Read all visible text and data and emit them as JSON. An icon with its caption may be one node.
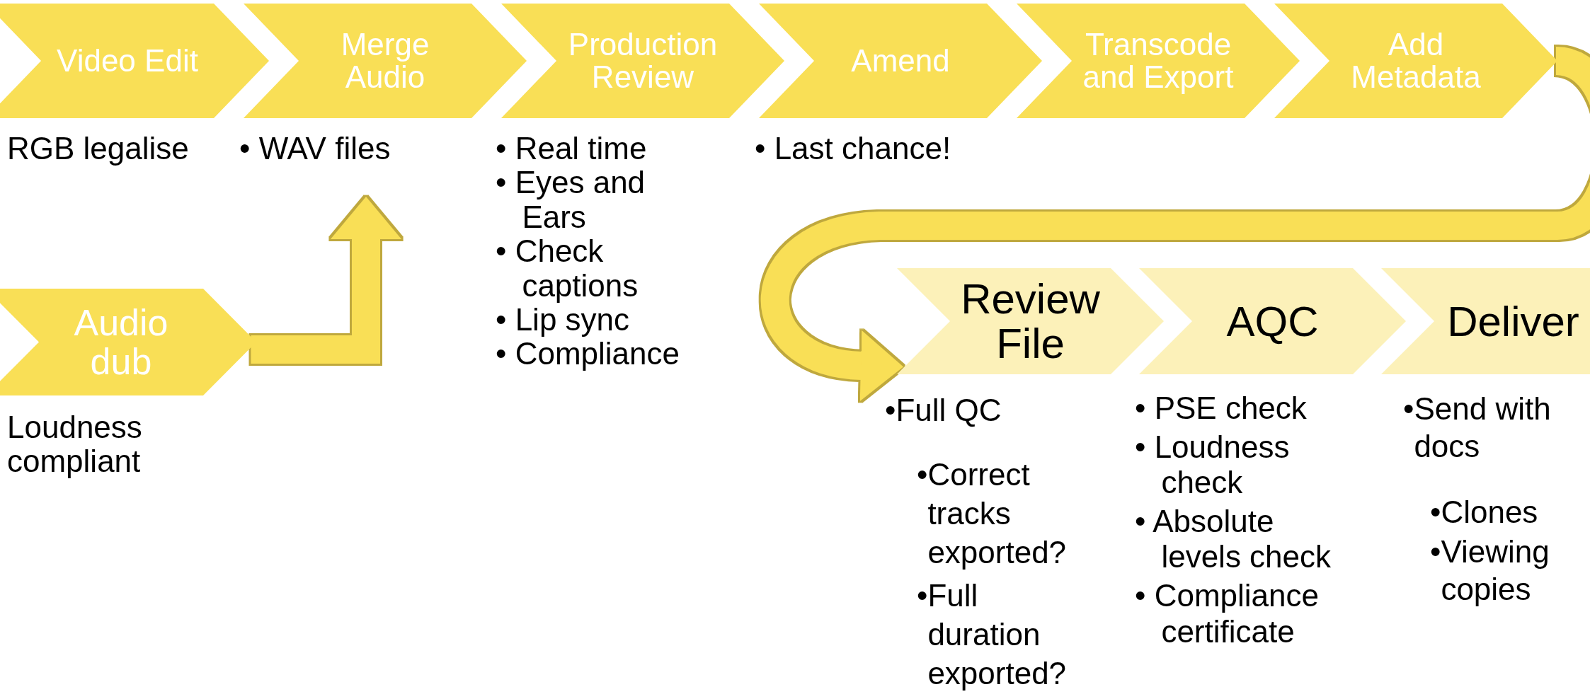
{
  "diagram": {
    "nodes": [
      {
        "text": [
          "Video Edit"
        ],
        "beside": [
          "RGB legalise"
        ]
      },
      {
        "text": [
          "Merge Audio"
        ],
        "beside": [
          "• WAV files"
        ]
      },
      {
        "text": [
          "Production Review"
        ],
        "beside": [
          "• Real time",
          "• Eyes and Ears",
          "• Check captions",
          "• Lip sync",
          "• Compliance"
        ]
      },
      {
        "text": [
          "Amend"
        ],
        "beside": [
          "• Last chance!"
        ]
      },
      {
        "text": [
          "Transcode and Export"
        ]
      },
      {
        "text": [
          "Add Metadata"
        ]
      },
      {
        "text": [
          "Audio dub"
        ],
        "beside": [
          "Loudness compliant"
        ]
      },
      {
        "text": [
          "Review File"
        ],
        "beside": [
          "•Full QC",
          "•Correct tracks exported?",
          "•Full duration exported?"
        ]
      },
      {
        "text": [
          "AQC"
        ],
        "beside": [
          "• PSE check",
          "• Loudness check",
          "• Absolute levels check",
          "• Compliance certificate"
        ]
      },
      {
        "text": [
          "Deliver"
        ],
        "beside": [
          "•Send with docs",
          "•Clones",
          "•Viewing copies"
        ]
      }
    ],
    "edges": [
      {
        "from": 6,
        "to": 1,
        "arrow": "to"
      },
      {
        "from": 5,
        "to": 7,
        "arrow": "to"
      }
    ]
  }
}
